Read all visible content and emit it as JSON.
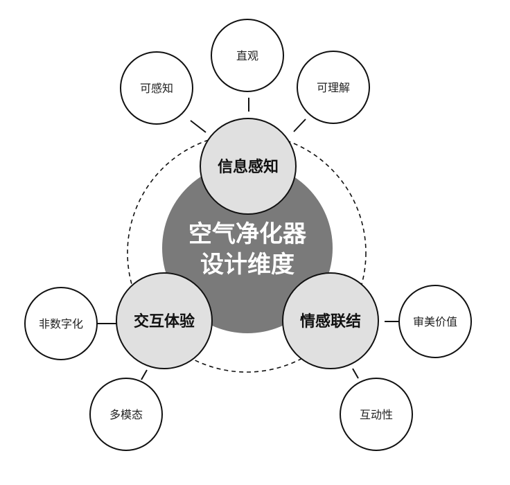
{
  "center": {
    "line1": "空气净化器",
    "line2": "设计维度"
  },
  "nodes": {
    "info": {
      "label": "信息感知"
    },
    "interaction": {
      "label": "交互体验"
    },
    "emotion": {
      "label": "情感联结"
    }
  },
  "subnodes": {
    "perceivable": "可感知",
    "intuitive": "直观",
    "understandable": "可理解",
    "non_digital": "非数字化",
    "multimodal": "多模态",
    "aesthetic": "审美价值",
    "interactive": "互动性"
  },
  "colors": {
    "center_fill": "#7a7a7a",
    "node_fill": "#e0e0e0",
    "sub_fill": "#ffffff",
    "stroke": "#111111",
    "dashed": "#111111",
    "center_text": "#ffffff"
  }
}
